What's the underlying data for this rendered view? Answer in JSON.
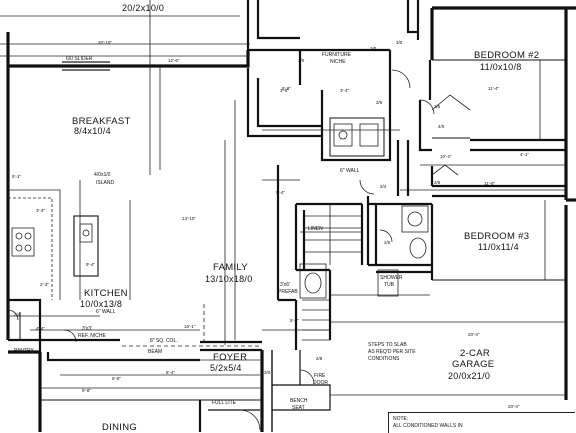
{
  "rooms": {
    "top_room": {
      "dims": "20/2x10/0"
    },
    "breakfast": {
      "name": "BREAKFAST",
      "dims": "8/4x10/4"
    },
    "bedroom2": {
      "name": "BEDROOM #2",
      "dims": "11/0x10/8"
    },
    "bedroom3": {
      "name": "BEDROOM #3",
      "dims": "11/0x11/4"
    },
    "family": {
      "name": "FAMILY",
      "dims": "13/10x18/0"
    },
    "kitchen": {
      "name": "KITCHEN",
      "dims": "10/0x13/8"
    },
    "foyer": {
      "name": "FOYER",
      "dims": "5/2x5/4"
    },
    "garage": {
      "name_line1": "2-CAR",
      "name_line2": "GARAGE",
      "dims": "20/0x21/0"
    },
    "dining": {
      "name": "DINING"
    }
  },
  "labels": {
    "slider": "6/0 SLIDER",
    "furniture_niche_1": "FURNITURE",
    "furniture_niche_2": "NICHE",
    "island_1": "4/0x1/0",
    "island_2": "ISLAND",
    "wall_6": "6\" WALL",
    "wall_6_kitchen": "6\" WALL",
    "ref_niche_1": "3'x3'",
    "ref_niche_2": "REF. NICHE",
    "pantry": "PANTRY",
    "beam": "BEAM",
    "bg_col": "8\" SQ. COL.",
    "steps_1": "STEPS TO SLAB",
    "steps_2": "AS REQ'D PER SITE",
    "steps_3": "CONDITIONS",
    "bench_1": "BENCH",
    "bench_2": "SEAT",
    "shower_1": "SHOWER",
    "shower_2": "TUB",
    "linen": "LINEN",
    "prefab_1": "3'x6'",
    "prefab_2": "PREFAB",
    "full_lite": "FULL LITE",
    "fire_door_1": "FIRE",
    "fire_door_2": "DOOR",
    "note_title": "NOTE:",
    "note_text": "ALL CONDITIONED WALLS IN",
    "d1": "3/0",
    "d2": "3/0",
    "d3": "2/6",
    "d4": "2/6",
    "d5": "2/6",
    "d6": "2/4",
    "d7": "2/6",
    "d8": "4/0",
    "d9": "2/0",
    "d10": "2/8",
    "d11": "3/0",
    "d12": "2/4",
    "m1": "20'-10\"",
    "m2": "12'-6\"",
    "m3": "5'-8\"",
    "m4": "11'-4\"",
    "m5": "13'-10\"",
    "m6": "20'-4\"",
    "m7": "16'-1\"",
    "m8": "9'-4\"",
    "m9": "2'-3\"",
    "m10": "4'-4\"",
    "m11": "5'-1\"",
    "m12": "3'-3\"",
    "m13": "11'-8\"",
    "m14": "5'-4\"",
    "m15": "3'-6\"",
    "m16": "8'-4\"",
    "m17": "6'-8\"",
    "m18": "9'-8\"",
    "m19": "20'-4\"",
    "m20": "10'-4\"",
    "m21": "3'-4\"",
    "m22": "4'-1\"",
    "m23": "5'-8\""
  }
}
